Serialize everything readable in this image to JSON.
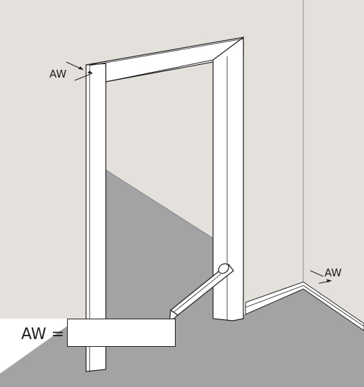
{
  "labels": {
    "aw_top": "AW",
    "aw_right": "AW",
    "aw_input": "AW ="
  },
  "input": {
    "value": ""
  },
  "colors": {
    "wall": "#e4e1dc",
    "floor": "#a3a3a5",
    "frame": "#ffffff",
    "outline": "#1e1e1e"
  },
  "icons": {
    "pencil": "pencil-icon"
  }
}
